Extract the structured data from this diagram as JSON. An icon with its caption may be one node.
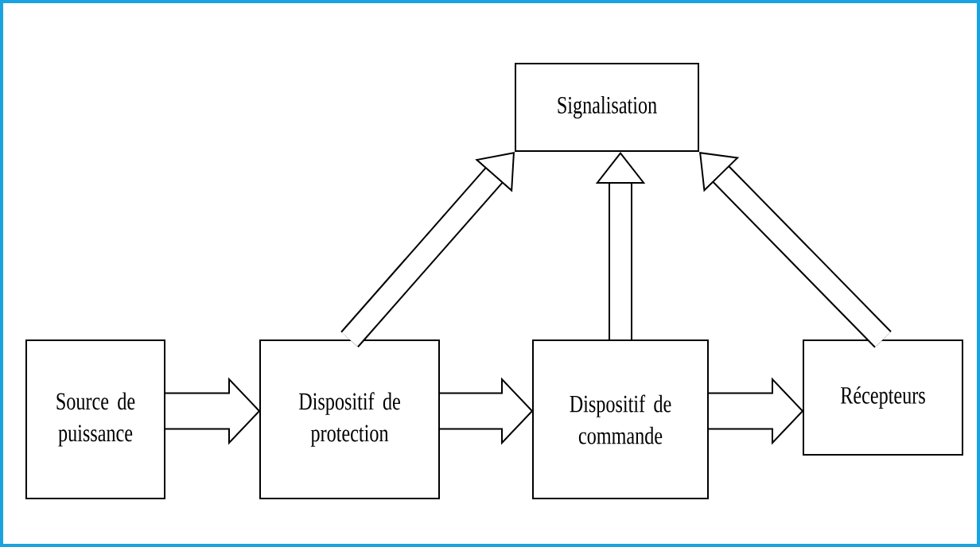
{
  "diagram": {
    "nodes": [
      {
        "text": [
          "Signalisation"
        ]
      },
      {
        "text": [
          "Source de puissance"
        ]
      },
      {
        "text": [
          "Dispositif de protection"
        ]
      },
      {
        "text": [
          "Dispositif de commande"
        ]
      },
      {
        "text": [
          "Récepteurs"
        ]
      }
    ],
    "edges": [
      {
        "from": 1,
        "to": 2,
        "arrow": "to"
      },
      {
        "from": 2,
        "to": 3,
        "arrow": "to"
      },
      {
        "from": 3,
        "to": 4,
        "arrow": "to"
      },
      {
        "from": 2,
        "to": 0,
        "arrow": "to"
      },
      {
        "from": 3,
        "to": 0,
        "arrow": "to"
      },
      {
        "from": 4,
        "to": 0,
        "arrow": "to"
      }
    ]
  }
}
